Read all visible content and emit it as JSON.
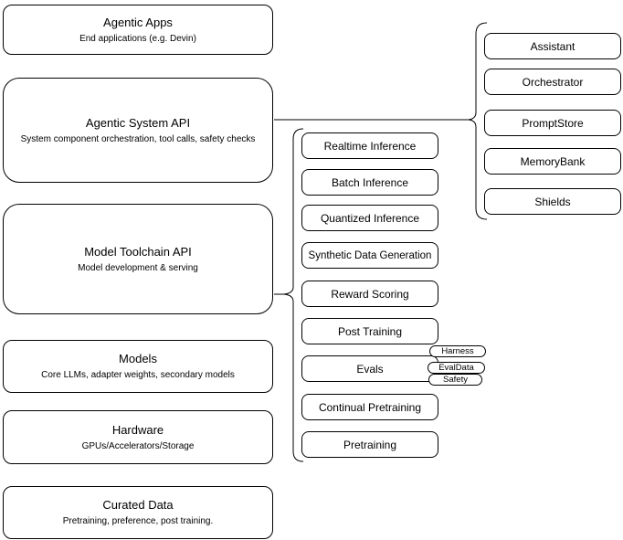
{
  "layers": [
    {
      "title": "Agentic Apps",
      "subtitle": "End applications (e.g. Devin)"
    },
    {
      "title": "Agentic System API",
      "subtitle": "System component orchestration, tool calls, safety checks"
    },
    {
      "title": "Model Toolchain API",
      "subtitle": "Model development & serving"
    },
    {
      "title": "Models",
      "subtitle": "Core LLMs, adapter weights, secondary models"
    },
    {
      "title": "Hardware",
      "subtitle": "GPUs/Accelerators/Storage"
    },
    {
      "title": "Curated Data",
      "subtitle": "Pretraining, preference, post training."
    }
  ],
  "toolchain_api_items": [
    "Realtime Inference",
    "Batch Inference",
    "Quantized Inference",
    "Synthetic Data Generation",
    "Reward Scoring",
    "Post Training",
    "Evals",
    "Continual Pretraining",
    "Pretraining"
  ],
  "eval_tags": [
    "Harness",
    "EvalData",
    "Safety"
  ],
  "system_api_items": [
    "Assistant",
    "Orchestrator",
    "PromptStore",
    "MemoryBank",
    "Shields"
  ],
  "colors": {
    "stroke": "#000000",
    "fill": "#ffffff",
    "text": "#000000"
  }
}
